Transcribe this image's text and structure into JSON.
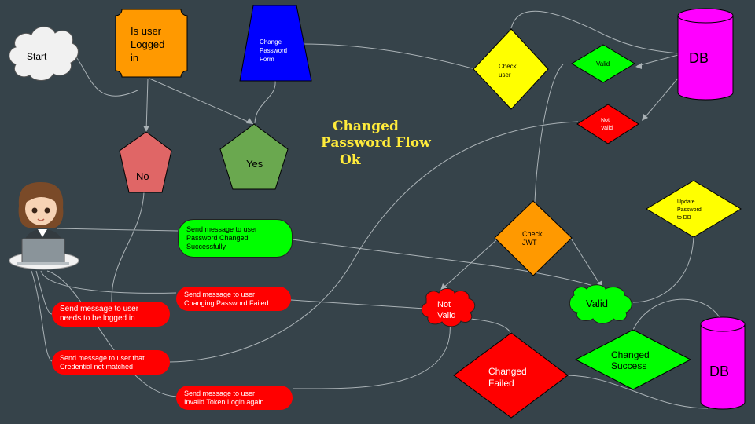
{
  "title": {
    "line1": "Changed",
    "line2": "Password Flow",
    "line3": "Ok"
  },
  "nodes": {
    "start": "Start",
    "is_user_logged_in": [
      "Is user",
      "Logged",
      "in"
    ],
    "change_password_form": [
      "Change",
      "Password",
      "Form"
    ],
    "check_user": [
      "Check",
      "user"
    ],
    "db_top": "DB",
    "valid_top": "Valid",
    "not_valid_top": [
      "Not",
      "Valid"
    ],
    "no": "No",
    "yes": "Yes",
    "check_jwt": [
      "Check",
      "JWT"
    ],
    "update_password": [
      "Update",
      "Password",
      "to DB"
    ],
    "not_valid_cloud": [
      "Not",
      "Valid"
    ],
    "valid_cloud": "Valid",
    "changed_failed": [
      "Changed",
      "Failed"
    ],
    "changed_success": [
      "Changed",
      "Success"
    ],
    "db_bottom": "DB"
  },
  "messages": {
    "password_changed": [
      "Send message to user",
      "Password Changed",
      "Successfully"
    ],
    "changing_failed": [
      "Send message to user",
      "Changing Password Failed"
    ],
    "needs_login": [
      "Send message to user",
      "needs to be logged in"
    ],
    "credential_not_matched": [
      "Send message to user that",
      "Credential not matched"
    ],
    "invalid_token": [
      "Send message to user",
      "Invalid Token Login again"
    ]
  },
  "colors": {
    "background": "#36434a",
    "orange": "#ff9900",
    "blue": "#0000ff",
    "yellow": "#ffff00",
    "green": "#00ff00",
    "red": "#ff0000",
    "magenta": "#ff00ff",
    "no_red": "#e06666",
    "yes_green": "#6aa84f",
    "title": "#ffeb3b"
  }
}
